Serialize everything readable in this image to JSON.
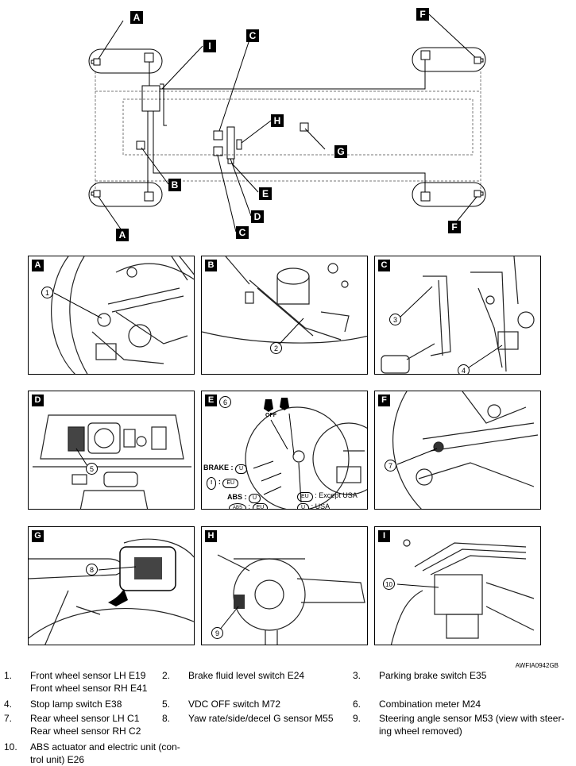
{
  "overview": {
    "callouts": [
      "A",
      "F",
      "I",
      "C",
      "H",
      "G",
      "B",
      "E",
      "D",
      "C",
      "A",
      "F"
    ]
  },
  "panels": [
    {
      "label": "A",
      "callouts": [
        "1"
      ]
    },
    {
      "label": "B",
      "callouts": [
        "2"
      ]
    },
    {
      "label": "C",
      "callouts": [
        "3",
        "4"
      ]
    },
    {
      "label": "D",
      "callouts": [
        "5"
      ]
    },
    {
      "label": "E",
      "callouts": [
        "6"
      ],
      "meter": {
        "brake": "BRAKE :",
        "abs": "ABS :",
        "u": "U",
        "eu": "EU",
        "warn_icon": "!",
        "abs_icon": "ABS",
        "off": "OFF",
        "except_usa": ": Except USA",
        "usa": ": USA"
      }
    },
    {
      "label": "F",
      "callouts": [
        "7"
      ]
    },
    {
      "label": "G",
      "callouts": [
        "8"
      ]
    },
    {
      "label": "H",
      "callouts": [
        "9"
      ]
    },
    {
      "label": "I",
      "callouts": [
        "10"
      ]
    }
  ],
  "figure_code": "AWFIA0942GB",
  "legend": [
    {
      "num": "1.",
      "text": "Front wheel sensor LH E19\nFront wheel sensor RH E41"
    },
    {
      "num": "2.",
      "text": "Brake fluid level switch E24"
    },
    {
      "num": "3.",
      "text": "Parking brake switch E35"
    },
    {
      "num": "4.",
      "text": "Stop lamp switch E38"
    },
    {
      "num": "5.",
      "text": "VDC OFF switch M72"
    },
    {
      "num": "6.",
      "text": "Combination meter M24"
    },
    {
      "num": "7.",
      "text": "Rear wheel sensor LH C1\nRear wheel sensor RH C2"
    },
    {
      "num": "8.",
      "text": "Yaw rate/side/decel G sensor M55"
    },
    {
      "num": "9.",
      "text": "Steering angle sensor M53 (view with steer-\ning wheel removed)"
    },
    {
      "num": "10.",
      "text": "ABS actuator and electric unit (con-\ntrol unit) E26"
    }
  ]
}
